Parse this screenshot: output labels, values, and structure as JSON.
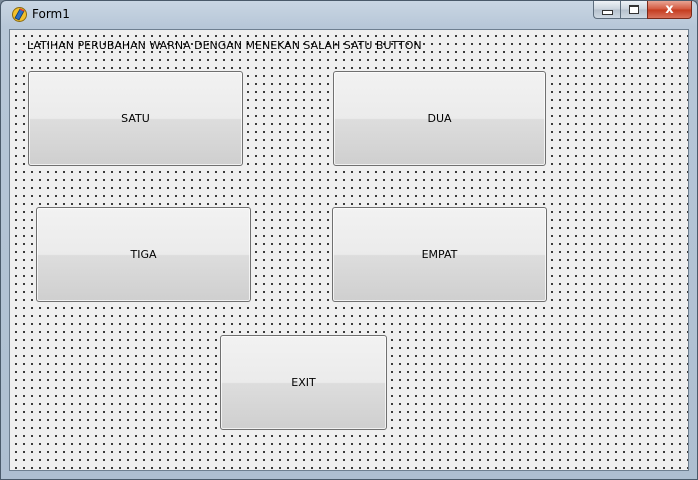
{
  "window": {
    "title": "Form1"
  },
  "caption": {
    "close_glyph": "x"
  },
  "form": {
    "label": "LATIHAN PERUBAHAN WARNA DENGAN MENEKAN SALAH SATU BUTTON",
    "buttons": {
      "satu": "SATU",
      "dua": "DUA",
      "tiga": "TIGA",
      "empat": "EMPAT",
      "exit": "EXIT"
    }
  },
  "colors": {
    "client_background": "#f0f0f0",
    "grid_dots": "#000000",
    "button_face": "#e5e5e5",
    "close_button": "#c43a1d"
  },
  "icons": {
    "app": "delphi-app-icon",
    "minimize": "minimize-icon",
    "maximize": "maximize-icon",
    "close": "close-icon"
  }
}
